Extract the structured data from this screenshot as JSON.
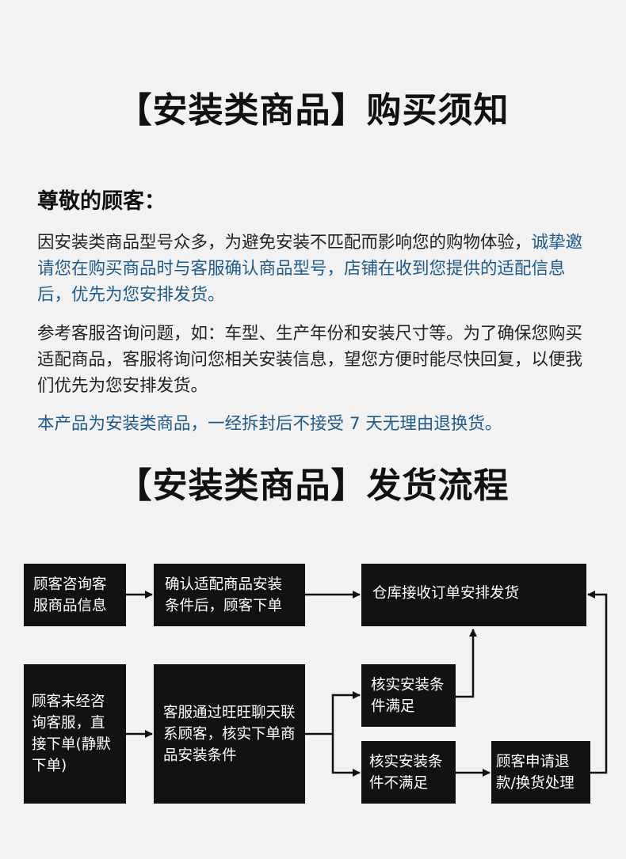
{
  "title_purchase": "【安装类商品】购买须知",
  "greeting": "尊敬的顾客：",
  "para1": {
    "normal": "因安装类商品型号众多，为避免安装不匹配而影响您的购物体验，",
    "blue": "诚挚邀请您在购买商品时与客服确认商品型号，店铺在收到您提供的适配信息后，优先为您安排发货。"
  },
  "para2": "参考客服咨询问题，如：车型、生产年份和安装尺寸等。为了确保您购买适配商品，客服将询问您相关安装信息，望您方便时能尽快回复，以便我们优先为您安排发货。",
  "para3": "本产品为安装类商品，一经拆封后不接受 7 天无理由退换货。",
  "title_shipping": "【安装类商品】发货流程",
  "flow": {
    "box1": "顾客咨询客服商品信息",
    "box2": "确认适配商品安装条件后，顾客下单",
    "box3": "仓库接收订单安排发货",
    "box4": "顾客未经咨询客服，直接下单(静默下单)",
    "box5": "客服通过旺旺聊天联系顾客，核实下单商品安装条件",
    "box6": "核实安装条件满足",
    "box7": "核实安装条件不满足",
    "box8": "顾客申请退款/换货处理"
  },
  "colors": {
    "background": "#f2f2f2",
    "box": "#121212",
    "accent_blue": "#1f5a8a"
  }
}
